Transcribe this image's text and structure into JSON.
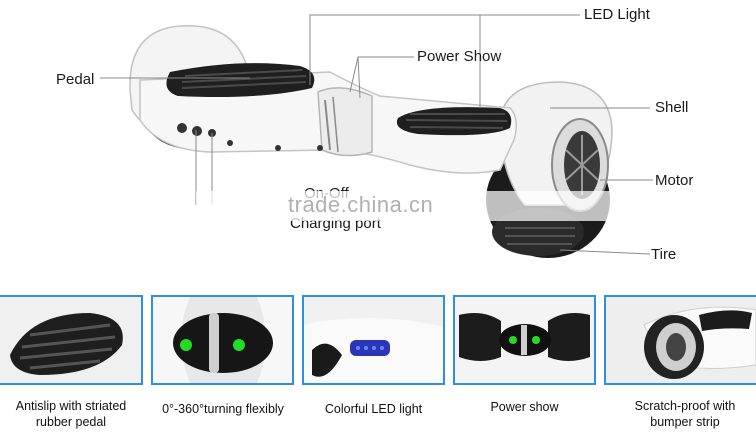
{
  "callouts": {
    "led_light": "LED Light",
    "power_show": "Power Show",
    "pedal": "Pedal",
    "shell": "Shell",
    "motor": "Motor",
    "tire": "Tire",
    "on_off": "On-Off",
    "charging_port": "Charging port"
  },
  "watermark": "trade.china.cn",
  "features": [
    {
      "caption": "Antislip with striated rubber pedal"
    },
    {
      "caption": "0°-360°turning flexibly"
    },
    {
      "caption": "Colorful LED light"
    },
    {
      "caption": "Power show"
    },
    {
      "caption": "Scratch-proof with bumper strip"
    }
  ],
  "colors": {
    "frame_accent": "#2f8fe0",
    "led_green": "#22dd22",
    "led_blue": "#3a4fd0"
  }
}
